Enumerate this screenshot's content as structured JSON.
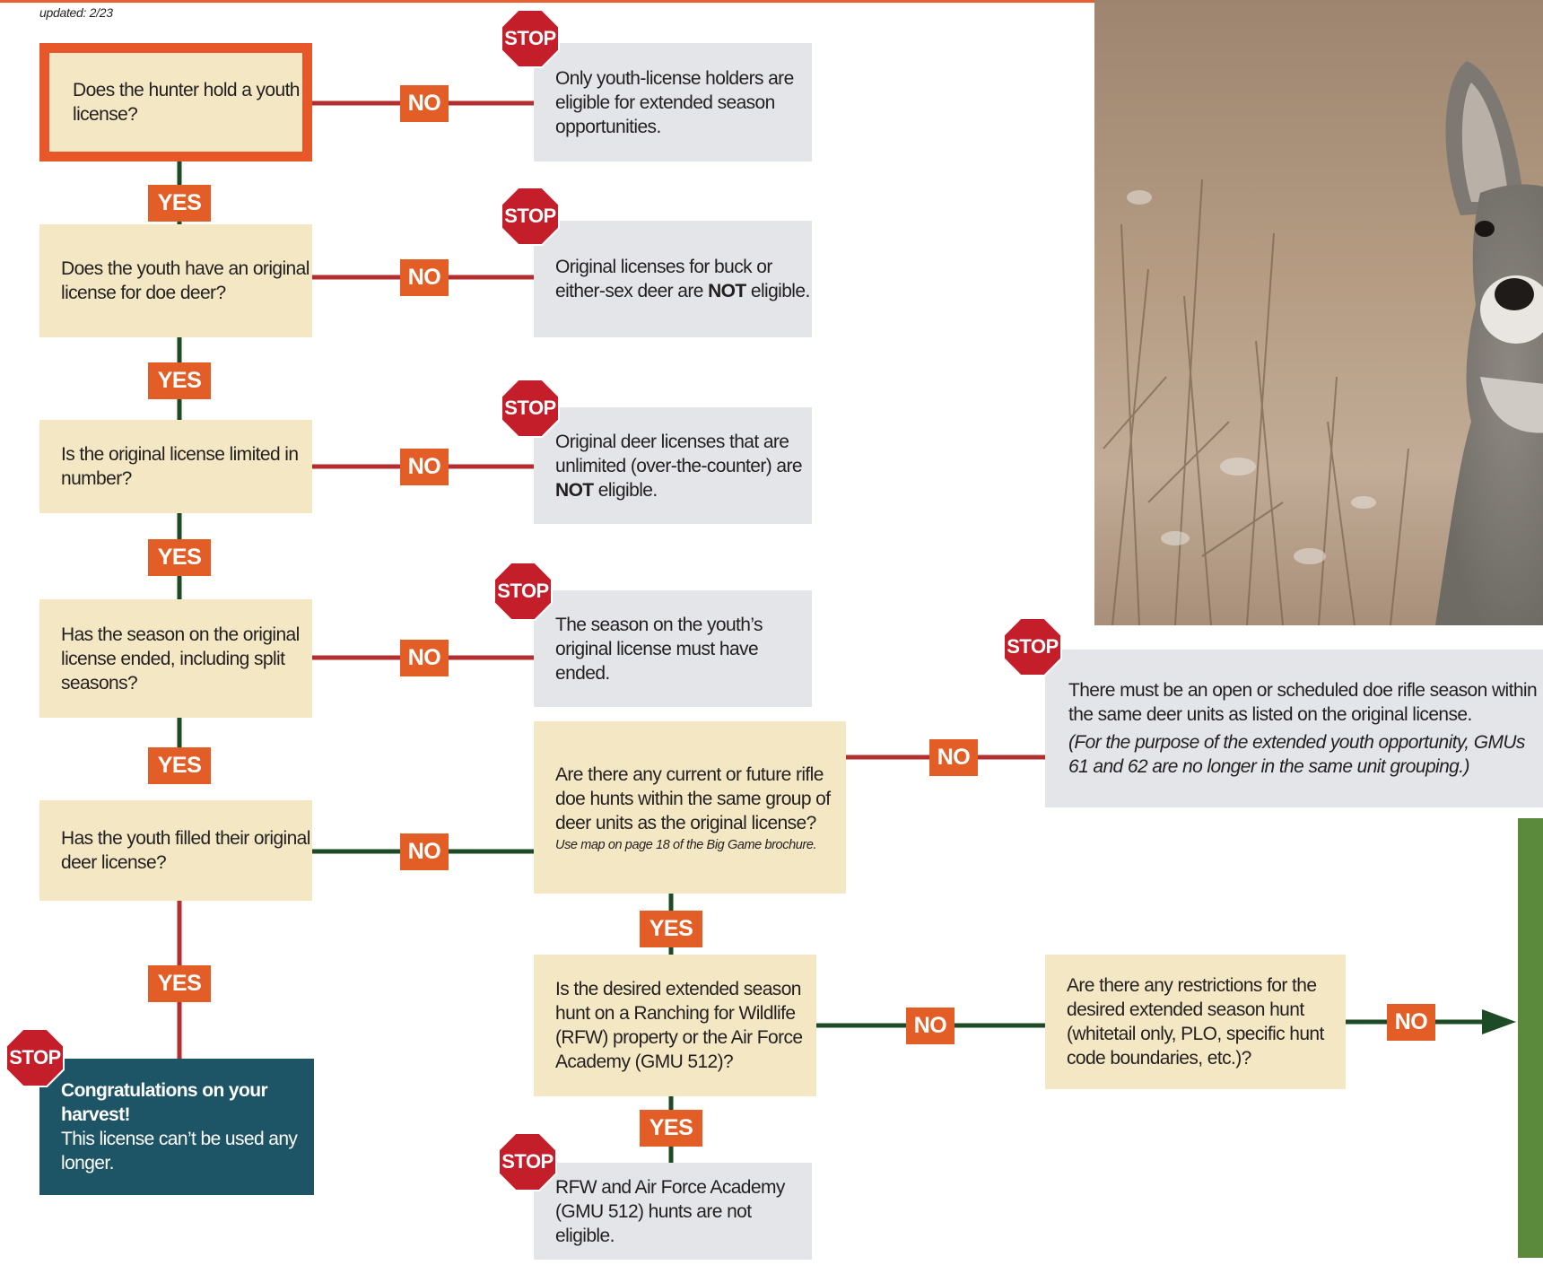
{
  "updated": "updated: 2/23",
  "colors": {
    "orange": "#e35e26",
    "red": "#b32f2f",
    "green": "#1d4b25",
    "question_bg": "#f4e8c4",
    "stop_bg": "#e4e5e9",
    "harvest_bg": "#1e5566",
    "stop_sign": "#c41e2b"
  },
  "photo": {
    "subject": "mule-deer-doe-photo"
  },
  "questions": {
    "q1": {
      "text": "Does the hunter hold a youth license?"
    },
    "q2": {
      "text": "Does the youth have an original license for doe deer?"
    },
    "q3": {
      "text": "Is the original license limited in number?"
    },
    "q4": {
      "text": "Has the season on the original license ended, including split seasons?"
    },
    "q5": {
      "text": "Has the youth filled their original deer license?"
    },
    "q6": {
      "text": "Are there any current or future rifle doe hunts within the same group of deer units as the original license?",
      "note": "Use map on page 18 of the Big Game brochure."
    },
    "q7": {
      "text": "Is the desired extended season hunt on a Ranching for Wildlife (RFW) property or the Air Force Academy (GMU 512)?"
    },
    "q8": {
      "text": "Are there any restrictions for the desired extended season hunt (whitetail only, PLO, specific hunt code boundaries, etc.)?"
    }
  },
  "stops": {
    "s1": {
      "text": "Only youth-license holders are eligible for extended season opportunities."
    },
    "s2": {
      "pre": "Original licenses for buck or either-sex deer are ",
      "bold": "NOT",
      "post": " eligible."
    },
    "s3": {
      "pre": "Original deer licenses that are unlimited (over-the-counter) are ",
      "bold": "NOT",
      "post": " eligible."
    },
    "s4": {
      "text": "The season on the youth’s original license must have ended."
    },
    "s5": {
      "text": "There must be an open or scheduled doe rifle season within the same deer units as listed on the original license.",
      "italic": "(For the purpose of the extended youth opportunity, GMUs 61 and 62 are no longer in the same unit grouping.)"
    },
    "s6": {
      "text": "RFW and Air Force Academy (GMU 512) hunts are not eligible."
    }
  },
  "harvest": {
    "title": "Congratulations on your harvest!",
    "text": "This license can’t be used any longer."
  },
  "labels": {
    "yes": "YES",
    "no": "NO",
    "stop": "STOP"
  }
}
